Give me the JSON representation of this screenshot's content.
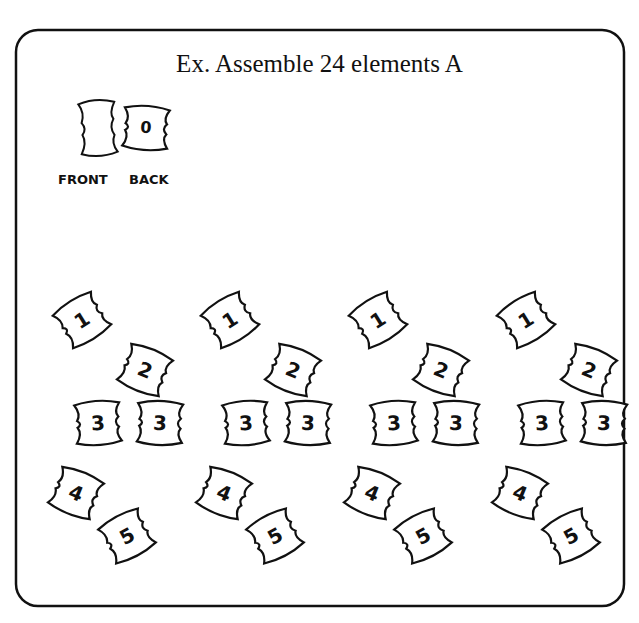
{
  "diagram": {
    "title": "Ex. Assemble 24 elements A",
    "nodes": [
      {
        "text": [
          "0"
        ]
      },
      {
        "text": [
          "1"
        ]
      },
      {
        "text": [
          "2"
        ]
      },
      {
        "text": [
          "3"
        ]
      },
      {
        "text": [
          "3"
        ]
      },
      {
        "text": [
          "4"
        ]
      },
      {
        "text": [
          "5"
        ]
      },
      {
        "text": [
          "1"
        ]
      },
      {
        "text": [
          "2"
        ]
      },
      {
        "text": [
          "3"
        ]
      },
      {
        "text": [
          "3"
        ]
      },
      {
        "text": [
          "4"
        ]
      },
      {
        "text": [
          "5"
        ]
      },
      {
        "text": [
          "1"
        ]
      },
      {
        "text": [
          "2"
        ]
      },
      {
        "text": [
          "3"
        ]
      },
      {
        "text": [
          "3"
        ]
      },
      {
        "text": [
          "4"
        ]
      },
      {
        "text": [
          "5"
        ]
      },
      {
        "text": [
          "1"
        ]
      },
      {
        "text": [
          "2"
        ]
      },
      {
        "text": [
          "3"
        ]
      },
      {
        "text": [
          "3"
        ]
      },
      {
        "text": [
          "4"
        ]
      },
      {
        "text": [
          "5"
        ]
      }
    ],
    "labels": [
      "FRONT",
      "BACK"
    ]
  }
}
